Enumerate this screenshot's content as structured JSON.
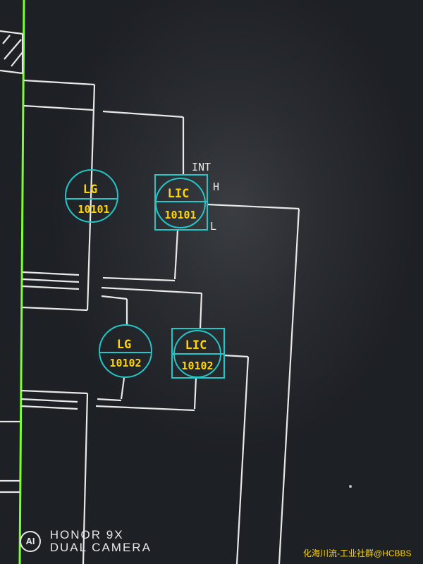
{
  "instruments": [
    {
      "id": "lg-10101",
      "function": "LG",
      "number": "10101",
      "shape": "circle"
    },
    {
      "id": "lic-10101",
      "function": "LIC",
      "number": "10101",
      "shape": "boxed-circle"
    },
    {
      "id": "lg-10102",
      "function": "LG",
      "number": "10102",
      "shape": "circle"
    },
    {
      "id": "lic-10102",
      "function": "LIC",
      "number": "10102",
      "shape": "boxed-circle"
    }
  ],
  "annotations": {
    "int_label": "INT",
    "high_label": "H",
    "low_label": "L"
  },
  "watermark": {
    "logo": "AI",
    "brand_line1": "HONOR 9X",
    "brand_line2": "DUAL CAMERA",
    "source": "化海川流-工业社群@HCBBS"
  },
  "colors": {
    "background": "#22252a",
    "wire": "#e8e8e8",
    "vessel_edge": "#7bff2e",
    "instrument_outline": "#23c7c7",
    "tag_text": "#ffd400"
  }
}
